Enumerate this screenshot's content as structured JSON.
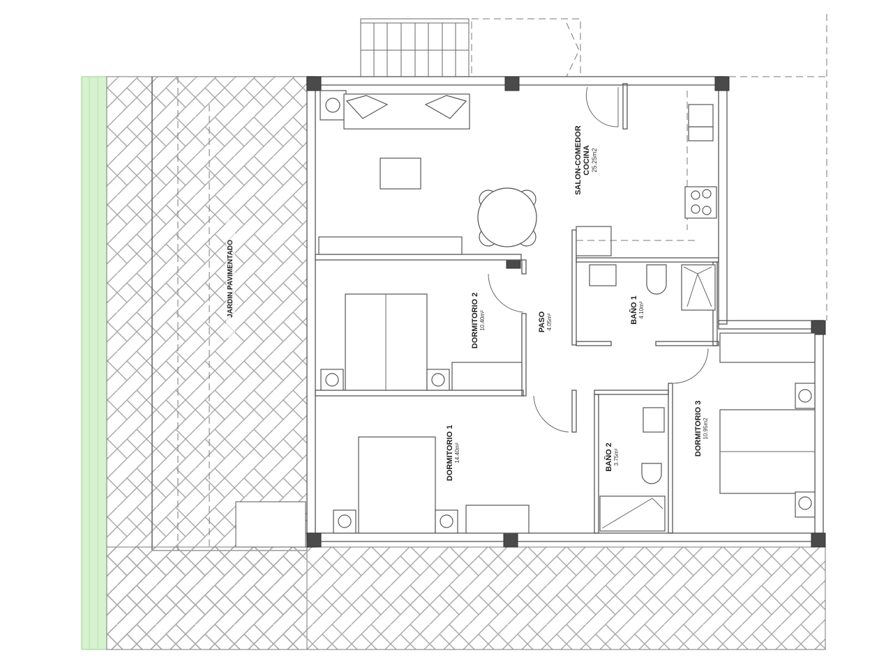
{
  "plan": {
    "rooms": [
      {
        "id": "salon",
        "name": "SALON-COMEDOR",
        "line2": "COCINA",
        "area": "25.25m2"
      },
      {
        "id": "dorm2",
        "name": "DORMITORIO 2",
        "area": "10.40m²"
      },
      {
        "id": "paso",
        "name": "PASO",
        "area": "4.05m²"
      },
      {
        "id": "bano1",
        "name": "BAÑO 1",
        "area": "4.10m²"
      },
      {
        "id": "dorm1",
        "name": "DORMITORIO 1",
        "area": "14.40m²"
      },
      {
        "id": "bano2",
        "name": "BAÑO 2",
        "area": "3.75m²"
      },
      {
        "id": "dorm3",
        "name": "DORMITORIO 3",
        "area": "10.95m2"
      }
    ],
    "garden": {
      "name": "JARDIN PAVIMENTADO"
    },
    "colors": {
      "lawn": "#d6f2cf",
      "lawn_edge": "#9ccf90",
      "wall": "#555555",
      "column": "#4a4a4a",
      "paving": "#9a9a9a"
    }
  }
}
